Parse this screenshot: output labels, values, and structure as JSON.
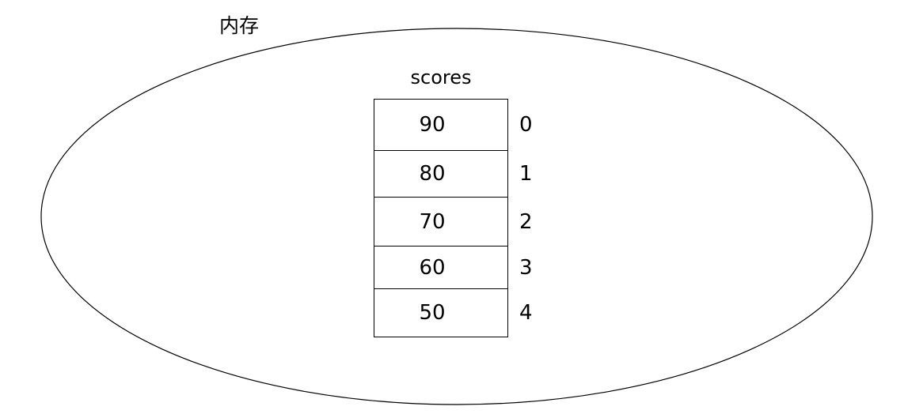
{
  "diagram": {
    "memory_label": "内存",
    "array_name": "scores",
    "ellipse_stroke_color": "#000000",
    "table_border_color": "#000000",
    "text_color": "#000000",
    "background_color": "#ffffff",
    "cells": [
      {
        "value": "90",
        "index": "0"
      },
      {
        "value": "80",
        "index": "1"
      },
      {
        "value": "70",
        "index": "2"
      },
      {
        "value": "60",
        "index": "3"
      },
      {
        "value": "50",
        "index": "4"
      }
    ]
  }
}
